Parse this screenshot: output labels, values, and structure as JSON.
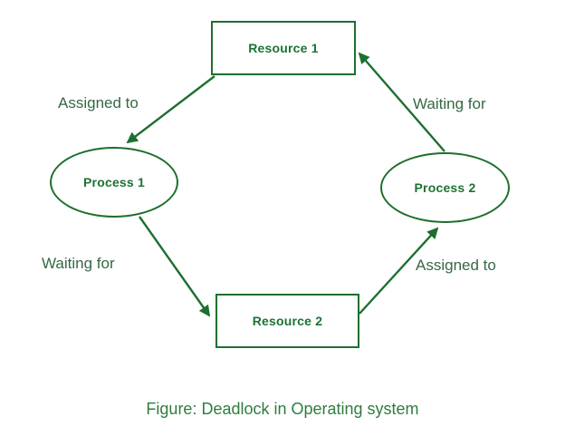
{
  "diagram": {
    "title_caption": "Figure: Deadlock in Operating system",
    "nodes": {
      "resource1": {
        "label": "Resource 1",
        "shape": "rectangle"
      },
      "resource2": {
        "label": "Resource 2",
        "shape": "rectangle"
      },
      "process1": {
        "label": "Process 1",
        "shape": "ellipse"
      },
      "process2": {
        "label": "Process 2",
        "shape": "ellipse"
      }
    },
    "edge_labels": {
      "assigned_top": "Assigned to",
      "waiting_top": "Waiting for",
      "waiting_bottom": "Waiting for",
      "assigned_bottom": "Assigned to"
    },
    "edges": [
      {
        "from": "Resource 1",
        "to": "Process 1",
        "label": "Assigned to"
      },
      {
        "from": "Process 1",
        "to": "Resource 2",
        "label": "Waiting for"
      },
      {
        "from": "Resource 2",
        "to": "Process 2",
        "label": "Assigned to"
      },
      {
        "from": "Process 2",
        "to": "Resource 1",
        "label": "Waiting for"
      }
    ],
    "colors": {
      "stroke_green": "#1e6f2f",
      "node_text_green": "#1d7233",
      "edge_label_green": "#356844",
      "caption_green": "#2e7d3e",
      "background": "#ffffff"
    }
  }
}
